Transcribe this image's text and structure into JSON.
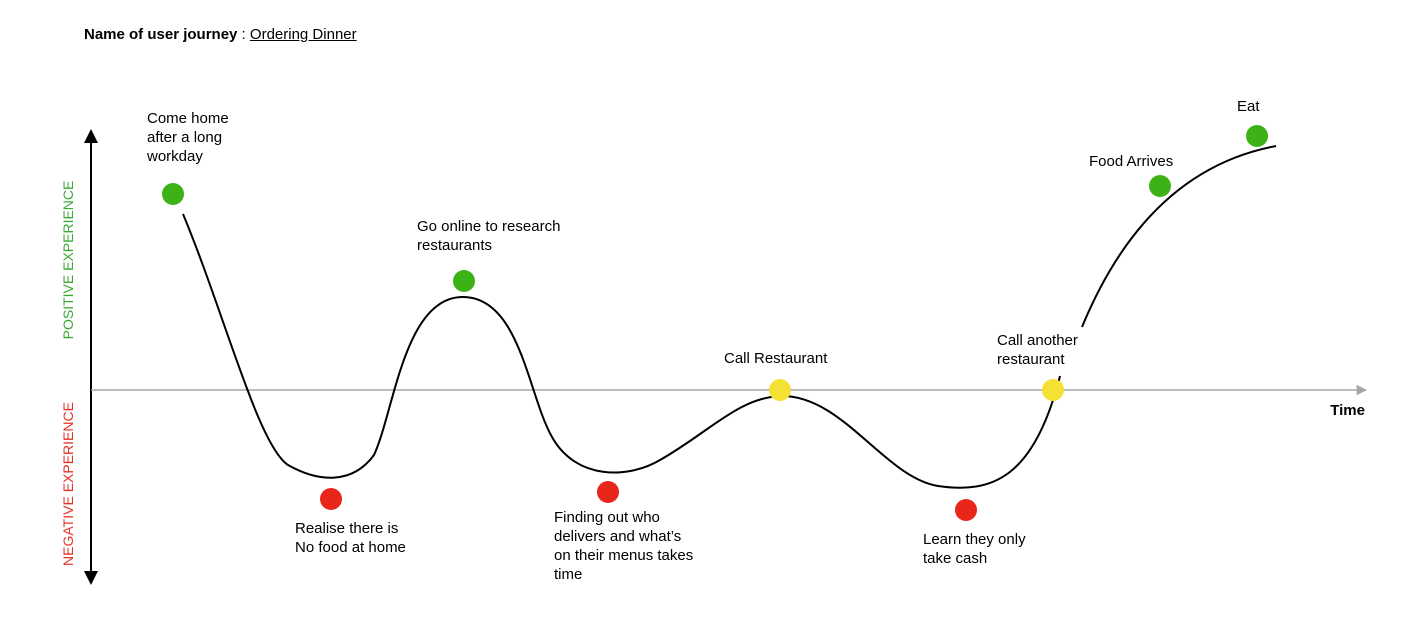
{
  "header": {
    "label": "Name of user journey",
    "separator": " : ",
    "journey_name": "Ordering Dinner"
  },
  "axes": {
    "y_positive_label": "POSITIVE EXPERIENCE",
    "y_negative_label": "NEGATIVE EXPERIENCE",
    "x_label": "Time",
    "positive_color": "#3aaa35",
    "negative_color": "#e53224",
    "axis_color": "#a6a6a6"
  },
  "colors": {
    "positive": "#3cb216",
    "negative": "#e8261a",
    "neutral": "#f5e133",
    "curve": "#000000"
  },
  "steps": [
    {
      "id": "come-home",
      "sentiment": "positive",
      "lines": [
        "Come home",
        "after a long",
        "workday"
      ]
    },
    {
      "id": "no-food",
      "sentiment": "negative",
      "lines": [
        "Realise there is",
        "No food at home"
      ]
    },
    {
      "id": "research",
      "sentiment": "positive",
      "lines": [
        "Go online to research",
        "restaurants"
      ]
    },
    {
      "id": "finding-out",
      "sentiment": "negative",
      "lines": [
        "Finding out who",
        "delivers and what’s",
        "on their menus takes",
        "time"
      ]
    },
    {
      "id": "call-restaurant",
      "sentiment": "neutral",
      "lines": [
        "Call Restaurant"
      ]
    },
    {
      "id": "cash-only",
      "sentiment": "negative",
      "lines": [
        "Learn they only",
        "take cash"
      ]
    },
    {
      "id": "call-another",
      "sentiment": "neutral",
      "lines": [
        "Call another",
        "restaurant"
      ]
    },
    {
      "id": "food-arrives",
      "sentiment": "positive",
      "lines": [
        "Food Arrives"
      ]
    },
    {
      "id": "eat",
      "sentiment": "positive",
      "lines": [
        "Eat"
      ]
    }
  ]
}
